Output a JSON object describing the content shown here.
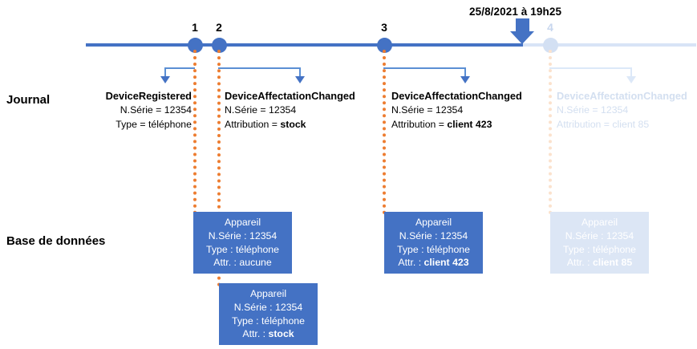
{
  "diagram": {
    "now_marker": {
      "date_label": "25/8/2021 à 19h25",
      "arrow_icon": "down-arrow-icon"
    },
    "rows": {
      "journal_label": "Journal",
      "database_label": "Base de données"
    },
    "colors": {
      "accent_blue": "#4472C4",
      "dotted_orange": "#ED7D31",
      "faded_blue": "#d8e4f6",
      "faded_box": "#dce6f5"
    },
    "markers": [
      {
        "number": "1",
        "faded": false
      },
      {
        "number": "2",
        "faded": false
      },
      {
        "number": "3",
        "faded": false
      },
      {
        "number": "4",
        "faded": true
      }
    ],
    "events": [
      {
        "title": "DeviceRegistered",
        "field1_label": "N.Série = ",
        "field1_value": "12354",
        "field1_bold": false,
        "field2_label": "Type = ",
        "field2_value": "téléphone",
        "field2_bold": false
      },
      {
        "title": "DeviceAffectationChanged",
        "field1_label": "N.Série = ",
        "field1_value": "12354",
        "field1_bold": false,
        "field2_label": "Attribution = ",
        "field2_value": "stock",
        "field2_bold": true
      },
      {
        "title": "DeviceAffectationChanged",
        "field1_label": "N.Série = ",
        "field1_value": "12354",
        "field1_bold": false,
        "field2_label": "Attribution = ",
        "field2_value": "client 423",
        "field2_bold": true
      },
      {
        "title": "DeviceAffectationChanged",
        "field1_label": "N.Série = ",
        "field1_value": "12354",
        "field1_bold": false,
        "field2_label": "Attribution = ",
        "field2_value": "client 85",
        "field2_bold": false
      }
    ],
    "db_boxes": [
      {
        "title": "Appareil",
        "row1_label": "N.Série : ",
        "row1_value": "12354",
        "row2_label": "Type : ",
        "row2_value": "téléphone",
        "row3_label": "Attr. : ",
        "row3_value": "aucune",
        "row3_bold": false
      },
      {
        "title": "Appareil",
        "row1_label": "N.Série : ",
        "row1_value": "12354",
        "row2_label": "Type : ",
        "row2_value": "téléphone",
        "row3_label": "Attr. : ",
        "row3_value": "stock",
        "row3_bold": true
      },
      {
        "title": "Appareil",
        "row1_label": "N.Série : ",
        "row1_value": "12354",
        "row2_label": "Type : ",
        "row2_value": "téléphone",
        "row3_label": "Attr. : ",
        "row3_value": "client 423",
        "row3_bold": true
      },
      {
        "title": "Appareil",
        "row1_label": "N.Série : ",
        "row1_value": "12354",
        "row2_label": "Type : ",
        "row2_value": "téléphone",
        "row3_label": "Attr. : ",
        "row3_value": "client 85",
        "row3_bold": true
      }
    ]
  }
}
